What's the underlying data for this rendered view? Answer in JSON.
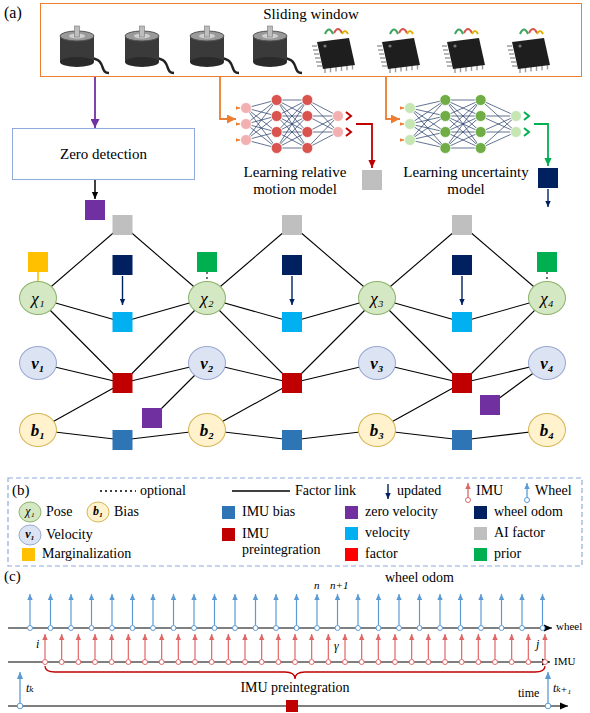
{
  "diagram": {
    "nodes": [
      {
        "text": [
          "Sliding window"
        ]
      },
      {
        "text": [
          "Zero detection"
        ]
      },
      {
        "text": [
          "Learning relative motion model"
        ]
      },
      {
        "text": [
          "Learning uncertainty model"
        ]
      },
      {
        "text": [
          "χ₁"
        ]
      },
      {
        "text": [
          "χ₂"
        ]
      },
      {
        "text": [
          "χ₃"
        ]
      },
      {
        "text": [
          "χ₄"
        ]
      },
      {
        "text": [
          "v₁"
        ]
      },
      {
        "text": [
          "v₂"
        ]
      },
      {
        "text": [
          "v₃"
        ]
      },
      {
        "text": [
          "v₄"
        ]
      },
      {
        "text": [
          "b₁"
        ]
      },
      {
        "text": [
          "b₂"
        ]
      },
      {
        "text": [
          "b₃"
        ]
      },
      {
        "text": [
          "b₄"
        ]
      }
    ],
    "edges": [
      {
        "from": 0,
        "to": 1,
        "arrow": "to"
      },
      {
        "from": 0,
        "to": 2,
        "arrow": "to"
      },
      {
        "from": 0,
        "to": 3,
        "arrow": "to"
      }
    ],
    "labels": [
      "(a)",
      "(b)",
      "χ₁",
      "b₁",
      "v₁",
      "(c)",
      "wheel odom",
      "n",
      "n+1",
      "wheel",
      "i",
      "γ",
      "j",
      "IMU",
      "IMU preintegration",
      "time",
      "tₖ",
      "tₖ₊₁"
    ],
    "legend": [
      {
        "text": "optional"
      },
      {
        "text": "Factor link"
      },
      {
        "text": "updated"
      },
      {
        "text": "IMU"
      },
      {
        "text": "Wheel"
      },
      {
        "text": "Pose"
      },
      {
        "text": "Bias"
      },
      {
        "text": "IMU bias",
        "color": "#2E75B6"
      },
      {
        "text": "zero velocity",
        "color": "#7030A0"
      },
      {
        "text": "wheel odom",
        "color": "#002060"
      },
      {
        "text": "Velocity"
      },
      {
        "text": "IMU preintegration",
        "color": "#C00000"
      },
      {
        "text": "velocity",
        "color": "#00B0F0"
      },
      {
        "text": "AI factor",
        "color": "#BFBFBF"
      },
      {
        "text": "Marginalization",
        "color": "#FFC000"
      },
      {
        "text": "factor",
        "color": "#FF0000"
      },
      {
        "text": "prior",
        "color": "#00B050"
      }
    ]
  }
}
